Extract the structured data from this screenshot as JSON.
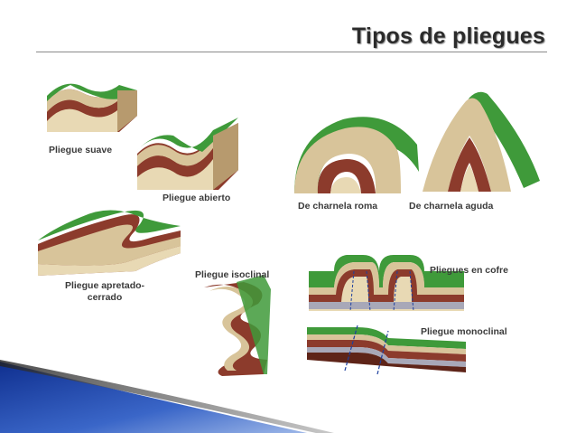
{
  "title": "Tipos de pliegues",
  "labels": {
    "suave": "Pliegue suave",
    "abierto": "Pliegue abierto",
    "apretado_1": "Pliegue apretado-",
    "apretado_2": "cerrado",
    "isoclinal": "Pliegue isoclinal",
    "roma": "De charnela roma",
    "aguda": "De charnela aguda",
    "cofre": "Pliegues en cofre",
    "monoclinal": "Pliegue monoclinal"
  },
  "colors": {
    "grass": "#3f9a3a",
    "grass_dark": "#2f7a2c",
    "tan": "#d8c49a",
    "tan_light": "#e8d9b4",
    "brown": "#8c3b2c",
    "brown_dark": "#5e2418",
    "accent_blue": "#1c3f9e"
  }
}
